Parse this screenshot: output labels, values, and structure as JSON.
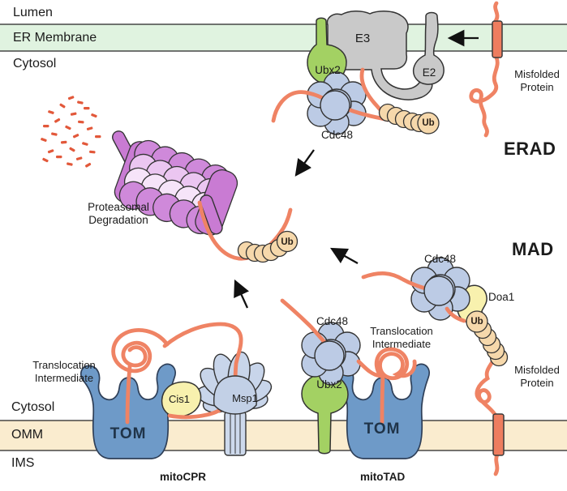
{
  "regions": {
    "lumen": "Lumen",
    "er_membrane": "ER Membrane",
    "cytosol_top": "Cytosol",
    "cytosol_bottom": "Cytosol",
    "omm": "OMM",
    "ims": "IMS"
  },
  "pathways": {
    "erad": "ERAD",
    "mad": "MAD",
    "mitocpr": "mitoCPR",
    "mitotad": "mitoTAD"
  },
  "labels": {
    "e3": "E3",
    "e2": "E2",
    "ubx2_erad": "Ubx2",
    "cdc48_erad": "Cdc48",
    "ub_erad": "Ub",
    "misfolded_erad": "Misfolded Protein",
    "proteasomal_degradation": "Proteasomal Degradation",
    "ub_middle": "Ub",
    "cdc48_mad": "Cdc48",
    "doa1": "Doa1",
    "ub_mad": "Ub",
    "misfolded_mad": "Misfolded Protein",
    "translocation_mitocpr": "Translocation Intermediate",
    "translocation_mitotad": "Translocation Intermediate",
    "tom_mitocpr": "TOM",
    "tom_mitotad": "TOM",
    "cis1": "Cis1",
    "msp1": "Msp1",
    "cdc48_mitotad": "Cdc48",
    "ubx2_mitotad": "Ubx2"
  },
  "colors": {
    "er_membrane_fill": "#e0f3e0",
    "omm_fill": "#faeccf",
    "membrane_border": "#3a3a3a",
    "misfolded_protein": "#ee7d5f",
    "ubiquitin": "#f6d8ab",
    "cdc48": "#bccbe5",
    "ubx2": "#a3d163",
    "e3_e2": "#c9c9c9",
    "tom": "#6e9ac8",
    "msp1": "#c8d5ea",
    "cis1_doa1": "#f8f1ae",
    "proteasome_outer": "#cf89da",
    "proteasome_cap": "#c97bd3",
    "proteasome_mid": "#ebc6f1",
    "proteasome_inner": "#f6e4f9",
    "degraded_fragments": "#e2583a"
  }
}
